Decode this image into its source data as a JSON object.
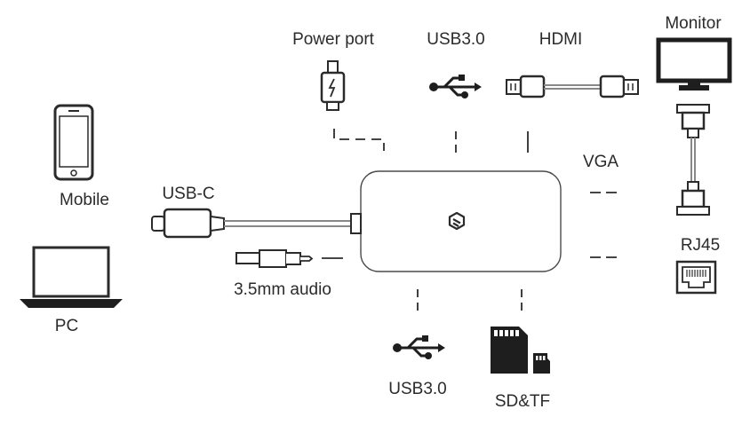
{
  "labels": {
    "monitor": "Monitor",
    "power_port": "Power port",
    "usb3_top": "USB3.0",
    "hdmi": "HDMI",
    "vga": "VGA",
    "mobile": "Mobile",
    "usb_c": "USB-C",
    "rj45": "RJ45",
    "audio": "3.5mm audio",
    "pc": "PC",
    "usb3_bottom": "USB3.0",
    "sd_tf": "SD&TF"
  },
  "colors": {
    "line": "#2b2b2b",
    "hub_stroke": "#4a4a4a",
    "fill_dark": "#1e1e1e",
    "cable_grey": "#888888"
  },
  "icons": [
    "monitor-icon",
    "vga-cable-icon",
    "rj45-port-icon",
    "mobile-icon",
    "laptop-icon",
    "usb-c-cable-icon",
    "audio-jack-icon",
    "power-connector-icon",
    "usb-symbol-icon",
    "hdmi-cable-icon",
    "hub-logo-icon",
    "sd-card-icon",
    "tf-card-icon"
  ]
}
